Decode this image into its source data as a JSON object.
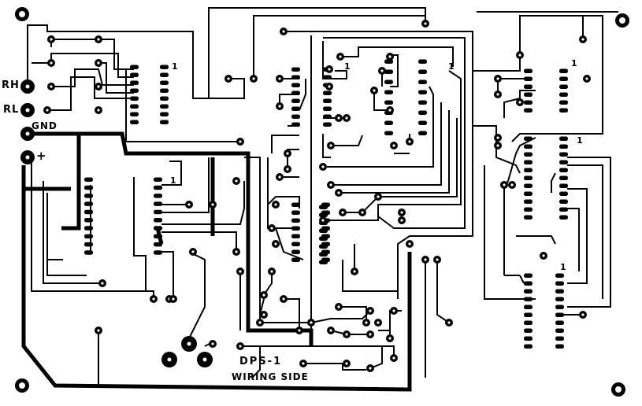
{
  "board": {
    "name": "DPS-1",
    "side": "WIRING SIDE"
  },
  "pads": {
    "rh": "RH",
    "rl": "RL",
    "gnd": "GND",
    "plus": "+"
  },
  "pin1_marker": "1"
}
